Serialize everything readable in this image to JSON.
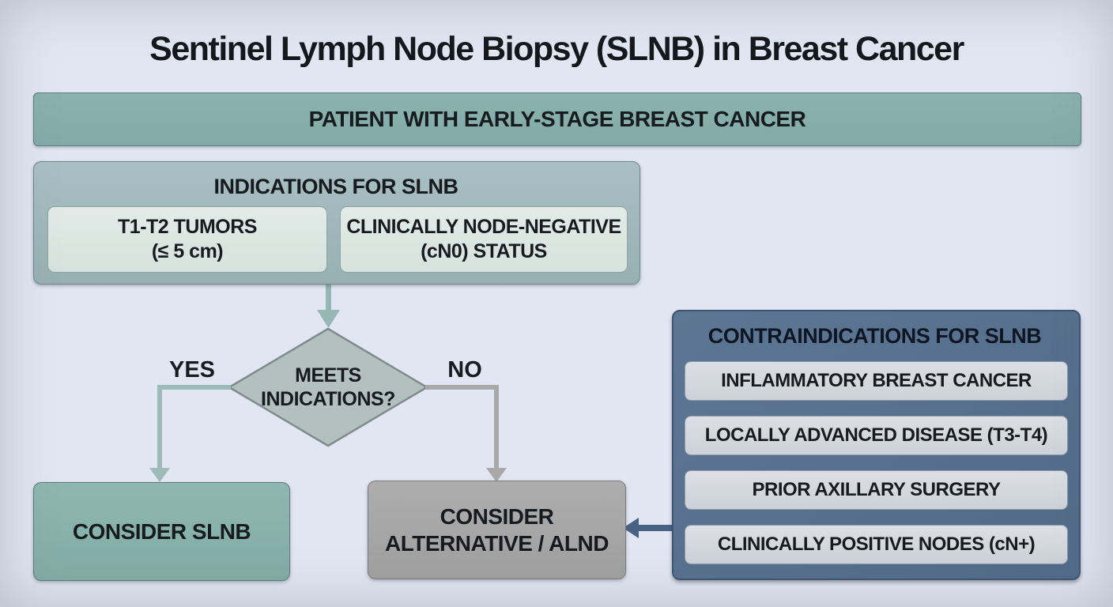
{
  "title": "Sentinel Lymph Node Biopsy (SLNB) in Breast Cancer",
  "top_banner": {
    "label": "PATIENT WITH EARLY-STAGE BREAST CANCER"
  },
  "indications": {
    "title": "INDICATIONS FOR SLNB",
    "items": [
      {
        "line1": "T1-T2 TUMORS",
        "line2": "(≤ 5 cm)"
      },
      {
        "line1": "CLINICALLY NODE-NEGATIVE",
        "line2": "(cN0) STATUS"
      }
    ]
  },
  "decision": {
    "line1": "MEETS",
    "line2": "INDICATIONS?",
    "yes_label": "YES",
    "no_label": "NO"
  },
  "outcomes": {
    "yes": {
      "label": "CONSIDER SLNB"
    },
    "no": {
      "line1": "CONSIDER",
      "line2": "ALTERNATIVE / ALND"
    }
  },
  "contraindications": {
    "title": "CONTRAINDICATIONS FOR SLNB",
    "items": [
      "INFLAMMATORY BREAST CANCER",
      "LOCALLY ADVANCED DISEASE (T3-T4)",
      "PRIOR AXILLARY SURGERY",
      "CLINICALLY POSITIVE NODES (cN+)"
    ]
  },
  "colors": {
    "background": "#e1e6f2",
    "teal_banner": "#85afac",
    "indications_panel": "#a3bcc1",
    "indication_card": "#dde7e3",
    "diamond_fill": "#b4c0bf",
    "yes_arrow": "#9cbab7",
    "no_arrow": "#a9a9a9",
    "slnb_box": "#88b3ae",
    "alnd_box": "#a7a7a7",
    "contra_panel": "#566f8c",
    "contra_item": "#d4d7de",
    "contra_arrow": "#476283",
    "text": "#171a1f"
  }
}
